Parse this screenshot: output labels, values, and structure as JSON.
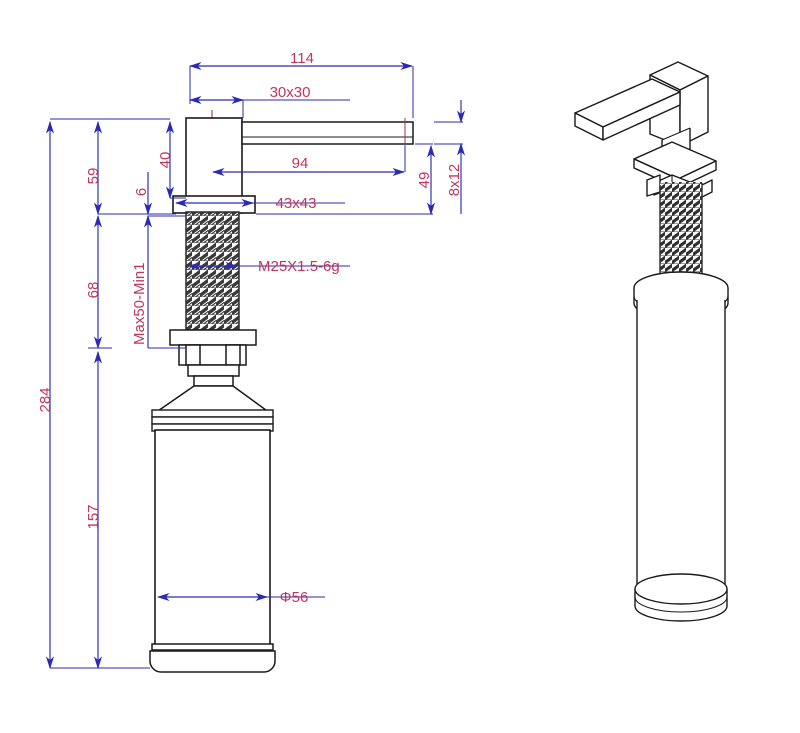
{
  "drawing": {
    "title": "Square soap dispenser technical drawing",
    "type": "engineering-dimension-drawing",
    "units": "mm",
    "colors": {
      "dimension_text": "#c2355a",
      "dimension_line": "#2a2ab4",
      "outline": "#1a1a1a",
      "centerline": "#9a3a4a",
      "thread_fill": "#4a4a4a",
      "background": "#ffffff"
    },
    "views": [
      {
        "name": "front-section-view",
        "position": "left"
      },
      {
        "name": "isometric-3d-view",
        "position": "right"
      }
    ]
  },
  "dimensions": {
    "overall_height": {
      "label": "284",
      "orientation": "vertical",
      "side": "left"
    },
    "head_to_flange": {
      "label": "59",
      "orientation": "vertical",
      "side": "left"
    },
    "thread_length": {
      "label": "68",
      "orientation": "vertical",
      "side": "left"
    },
    "bottle_height": {
      "label": "157",
      "orientation": "vertical",
      "side": "left"
    },
    "head_height": {
      "label": "40",
      "orientation": "vertical",
      "side": "left"
    },
    "flange_thickness": {
      "label": "6",
      "orientation": "vertical",
      "side": "left"
    },
    "mounting_range": {
      "label": "Max50-Min1",
      "orientation": "vertical",
      "side": "left"
    },
    "spout_total_length": {
      "label": "114",
      "orientation": "horizontal",
      "side": "top"
    },
    "head_section": {
      "label": "30x30",
      "orientation": "horizontal",
      "side": "top"
    },
    "spout_reach": {
      "label": "94",
      "orientation": "horizontal",
      "side": "middle"
    },
    "flange_section": {
      "label": "43x43",
      "orientation": "horizontal",
      "side": "middle"
    },
    "spout_to_flange": {
      "label": "49",
      "orientation": "vertical",
      "side": "right"
    },
    "spout_section": {
      "label": "8x12",
      "orientation": "vertical",
      "side": "right"
    },
    "thread_spec": {
      "label": "M25X1.5-6g",
      "orientation": "horizontal",
      "side": "leader"
    },
    "bottle_diameter": {
      "label": "Φ56",
      "orientation": "horizontal",
      "side": "middle"
    }
  }
}
